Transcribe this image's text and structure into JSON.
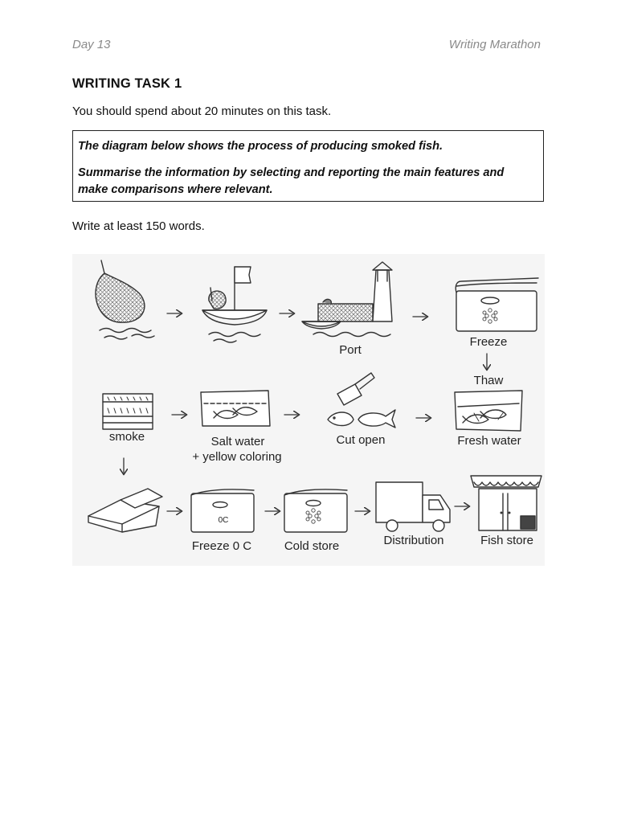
{
  "header": {
    "left": "Day 13",
    "right": "Writing Marathon"
  },
  "task": {
    "title": "WRITING TASK 1",
    "time_instruction": "You should spend about 20 minutes on this task.",
    "prompt_line1": "The diagram below shows the process of producing smoked fish.",
    "prompt_line2": "Summarise the information by selecting and reporting the main features and make comparisons where relevant.",
    "word_instruction": "Write at least 150 words."
  },
  "diagram": {
    "labels": {
      "port": "Port",
      "freeze": "Freeze",
      "thaw": "Thaw",
      "smoke": "smoke",
      "salt_water": "Salt water",
      "yellow_coloring": "+ yellow coloring",
      "cut_open": "Cut open",
      "fresh_water": "Fresh water",
      "freeze_0c": "Freeze 0 C",
      "cold_store": "Cold store",
      "distribution": "Distribution",
      "fish_store": "Fish store",
      "freezer_temp": "0C"
    }
  }
}
